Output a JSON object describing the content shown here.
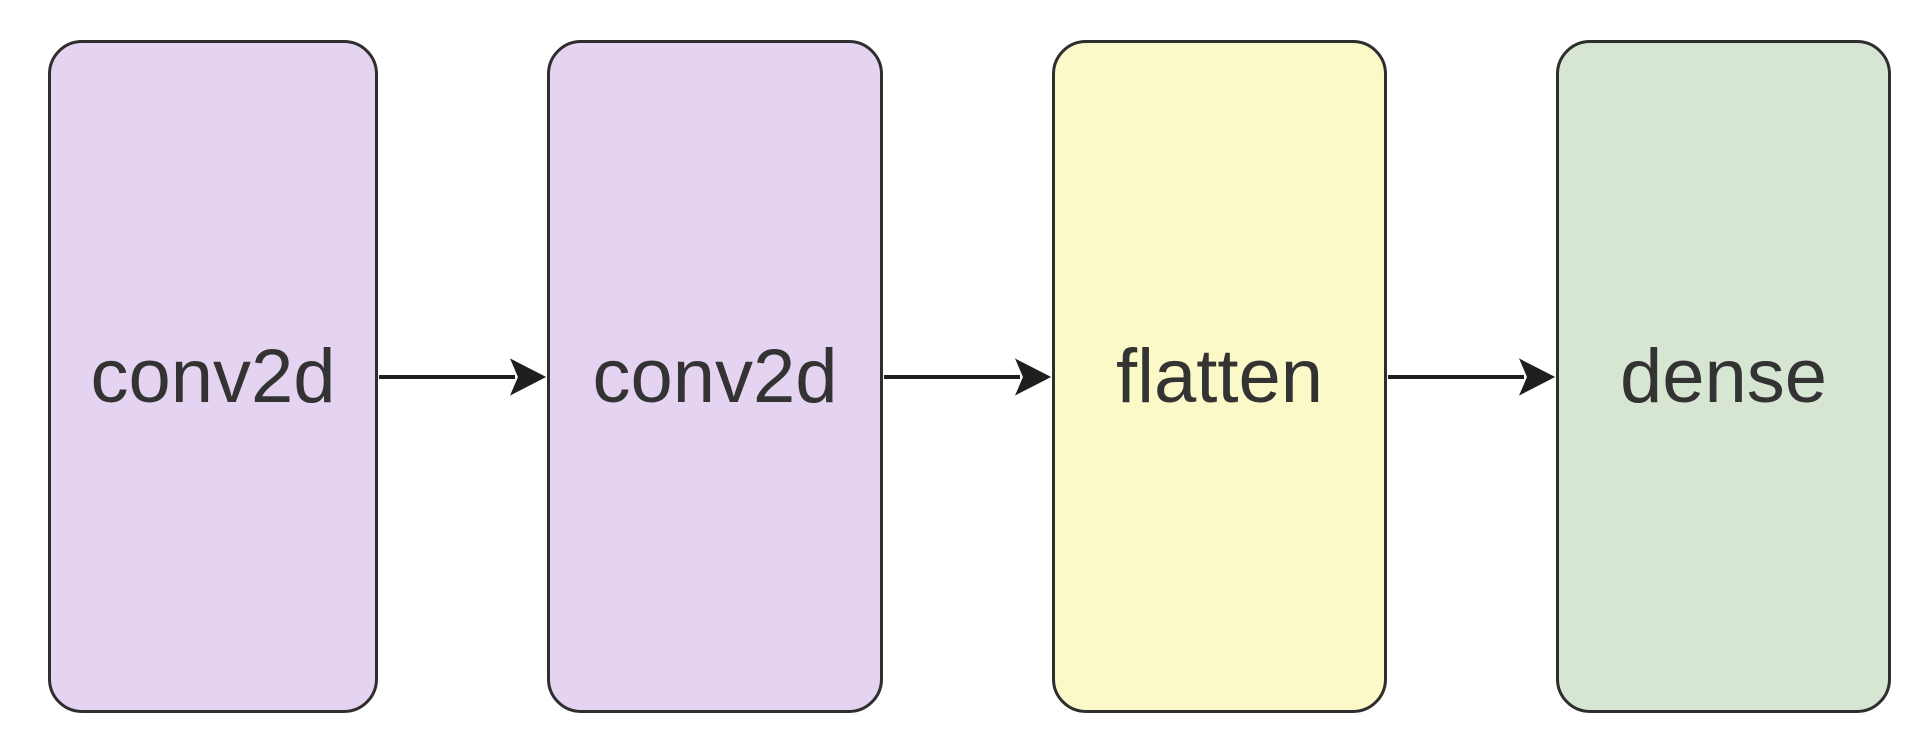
{
  "diagram": {
    "type": "flow-left-to-right",
    "background_color": "#ffffff",
    "border_color": "#2e2e2e",
    "edge_color": "#1f1f1f",
    "text_color": "#333333",
    "nodes": [
      {
        "id": "conv2d-1",
        "label": "conv2d",
        "fill": "#e5d4f1"
      },
      {
        "id": "conv2d-2",
        "label": "conv2d",
        "fill": "#e5d4f1"
      },
      {
        "id": "flatten",
        "label": "flatten",
        "fill": "#fbf9c7"
      },
      {
        "id": "dense",
        "label": "dense",
        "fill": "#d7e5d3"
      }
    ],
    "edges": [
      {
        "from": "conv2d-1",
        "to": "conv2d-2"
      },
      {
        "from": "conv2d-2",
        "to": "flatten"
      },
      {
        "from": "flatten",
        "to": "dense"
      }
    ]
  }
}
